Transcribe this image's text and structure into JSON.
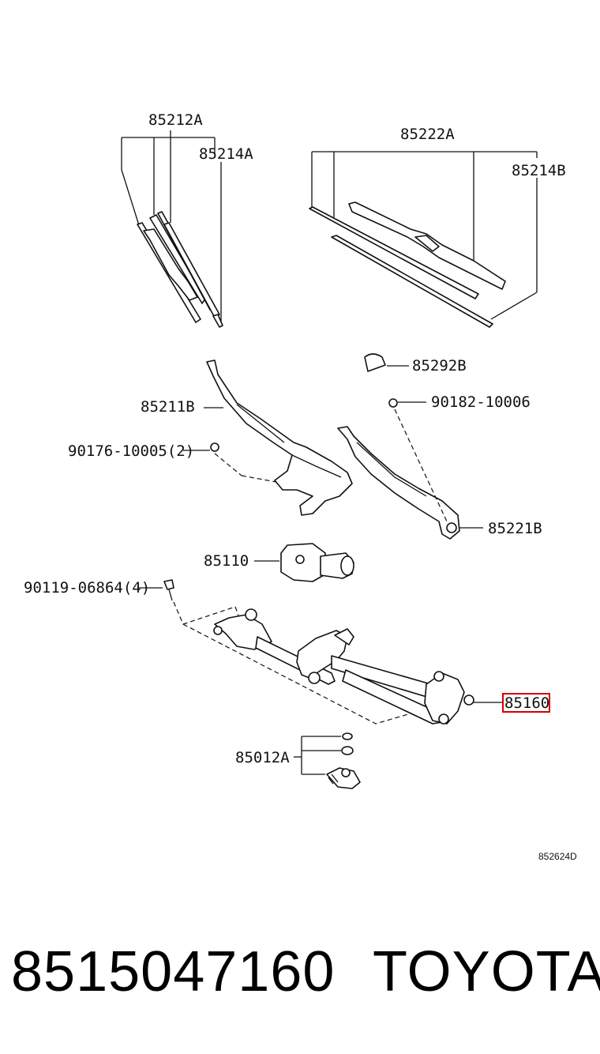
{
  "callouts": {
    "blade_left": "85212A",
    "refill_left": "85214A",
    "blade_right": "85222A",
    "refill_right": "85214B",
    "cap": "85292B",
    "arm_left": "85211B",
    "nut_right": "90182-10006",
    "nut_left": "90176-10005(2)",
    "arm_right": "85221B",
    "motor": "85110",
    "bolt": "90119-06864(4)",
    "link": "85160",
    "pivot_kit": "85012A"
  },
  "diagram_code": "852624D",
  "part_number": "8515047160",
  "brand": "TOYOTA",
  "colors": {
    "highlight": "#d40000",
    "ink": "#111111"
  }
}
